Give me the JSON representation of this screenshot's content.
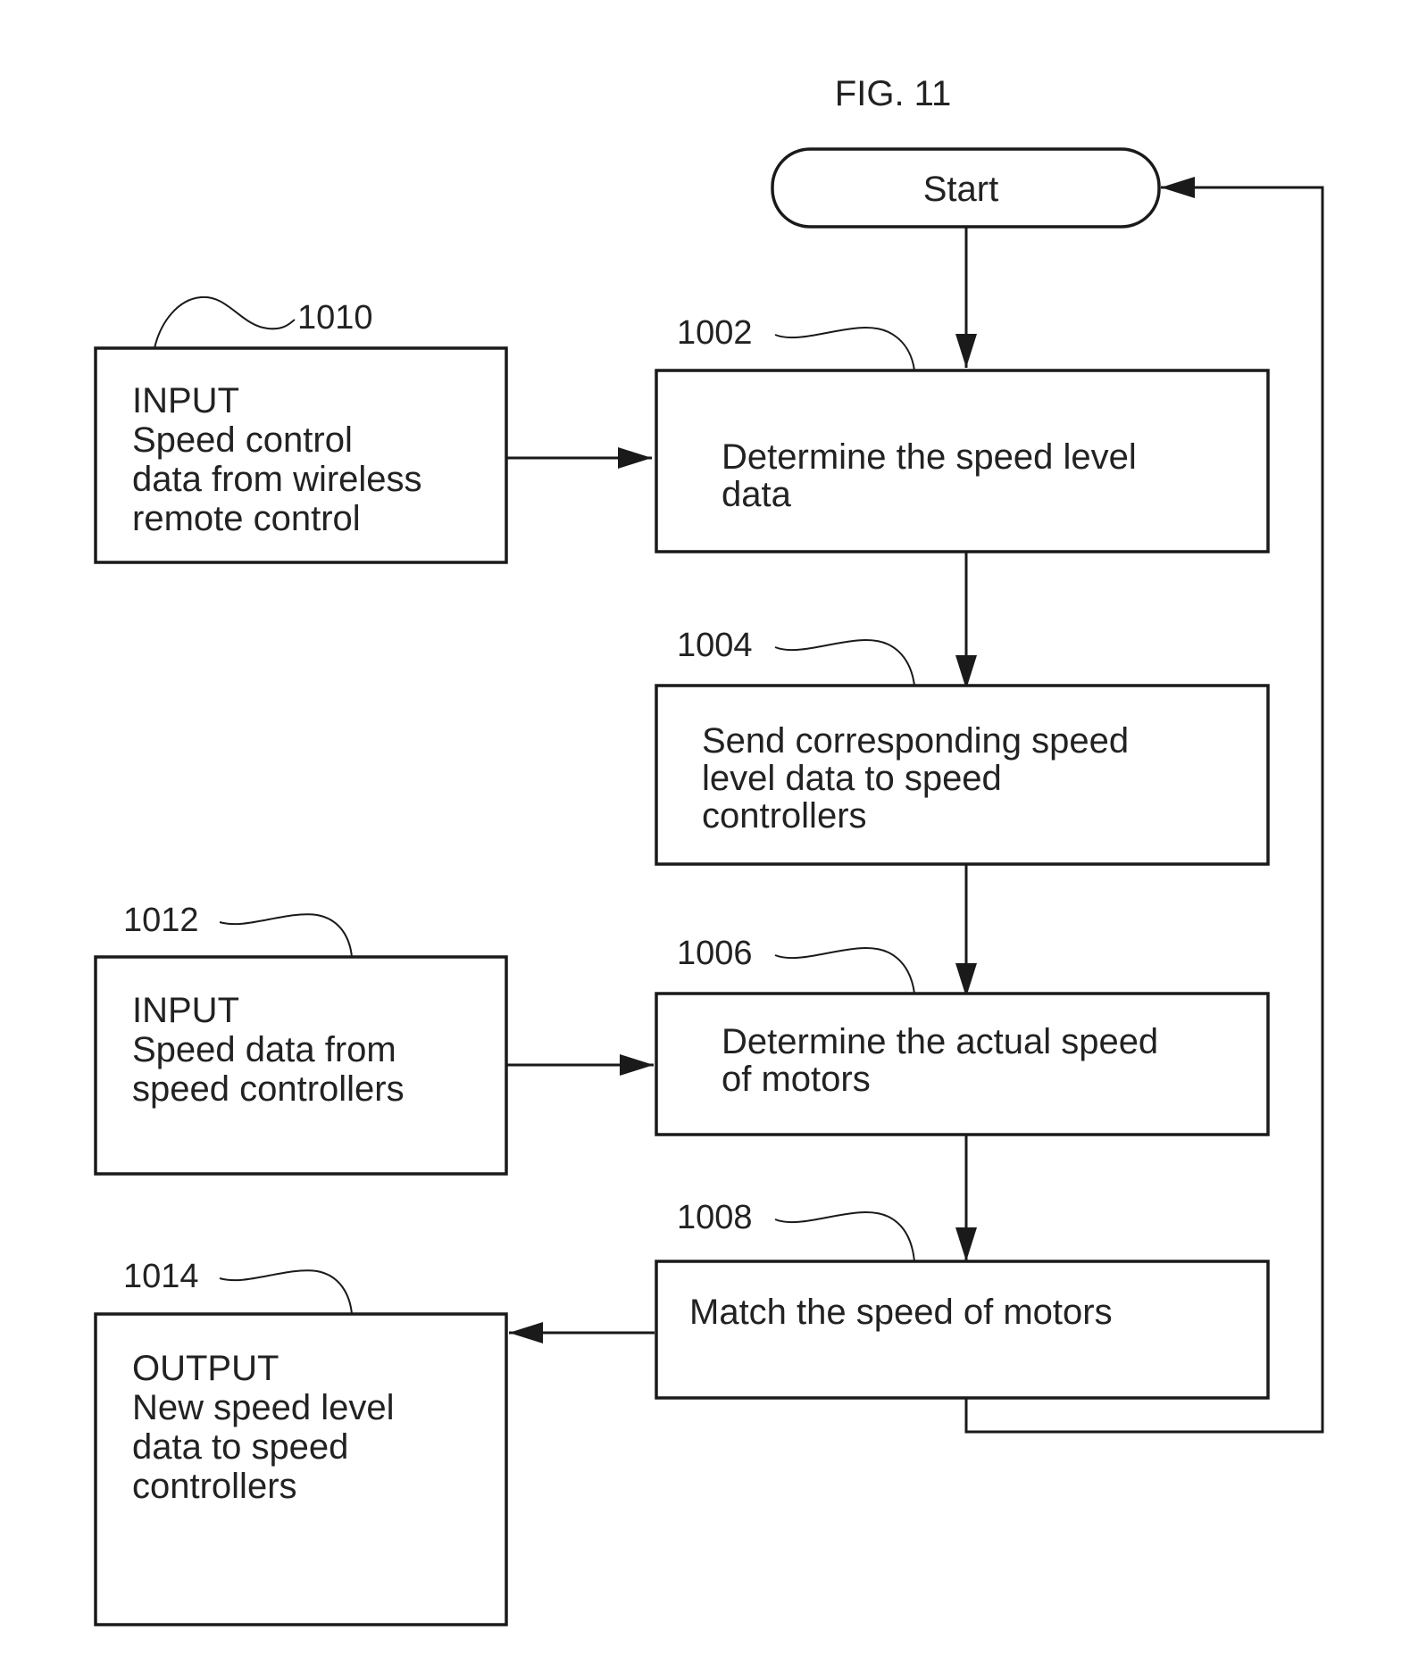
{
  "figure": {
    "title": "FIG. 11",
    "start_label": "Start"
  },
  "process_steps": [
    {
      "ref": "1002",
      "lines": [
        "Determine the speed level",
        "data"
      ]
    },
    {
      "ref": "1004",
      "lines": [
        "Send corresponding speed",
        "level data to speed",
        "controllers"
      ]
    },
    {
      "ref": "1006",
      "lines": [
        "Determine the actual speed",
        "of motors"
      ]
    },
    {
      "ref": "1008",
      "lines": [
        "Match the speed of motors"
      ]
    }
  ],
  "io_blocks": [
    {
      "ref": "1010",
      "lines": [
        "INPUT",
        "Speed control",
        "data from wireless",
        "remote control"
      ],
      "connects_to": "1002",
      "direction": "into-step"
    },
    {
      "ref": "1012",
      "lines": [
        "INPUT",
        "Speed data from",
        "speed controllers"
      ],
      "connects_to": "1006",
      "direction": "into-step"
    },
    {
      "ref": "1014",
      "lines": [
        "OUTPUT",
        "New speed level",
        "data to speed",
        "controllers"
      ],
      "connects_to": "1008",
      "direction": "from-step"
    }
  ],
  "flow": [
    "Start",
    "1002",
    "1004",
    "1006",
    "1008",
    "Start"
  ]
}
